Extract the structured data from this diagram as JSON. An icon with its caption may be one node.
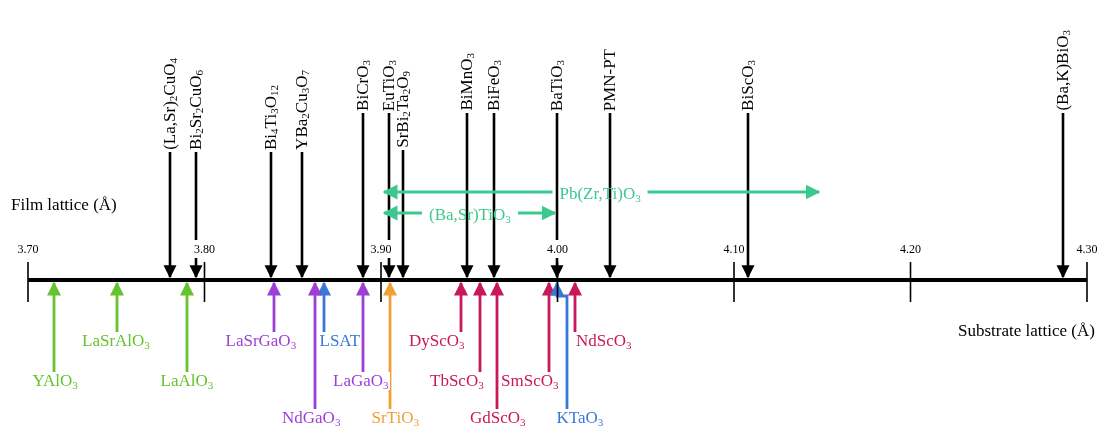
{
  "diagram": {
    "nodes": [
      {
        "text": [
          "(La,Sr)$_{2}$CuO$_{4}$"
        ]
      },
      {
        "text": [
          "Bi$_{2}$Sr$_{2}$CuO$_{6}$"
        ]
      },
      {
        "text": [
          "Bi$_{4}$Ti$_{3}$O$_{12}$"
        ]
      },
      {
        "text": [
          "YBa$_{2}$Cu$_{3}$O$_{7}$"
        ]
      },
      {
        "text": [
          "BiCrO$_{3}$"
        ]
      },
      {
        "text": [
          "EuTiO$_{3}$"
        ]
      },
      {
        "text": [
          "SrBi$_{2}$Ta$_{2}$O$_{9}$"
        ]
      },
      {
        "text": [
          "BiMnO$_{3}$"
        ]
      },
      {
        "text": [
          "BiFeO$_{3}$"
        ]
      },
      {
        "text": [
          "BaTiO$_{3}$"
        ]
      },
      {
        "text": [
          "PMN-PT"
        ]
      },
      {
        "text": [
          "BiScO$_{3}$"
        ]
      },
      {
        "text": [
          "(Ba,K)BiO$_{3}$"
        ]
      },
      {
        "text": [],
        "shape": "bar"
      },
      {
        "text": [
          "LaSrAlO$_{3}$"
        ]
      },
      {
        "text": [
          "LaSrGaO$_{3}$"
        ]
      },
      {
        "text": [
          "LSAT"
        ]
      },
      {
        "text": [
          "DyScO$_{3}$"
        ]
      },
      {
        "text": [
          "NdScO$_{3}$"
        ]
      },
      {
        "text": [
          "YAlO$_{3}$"
        ]
      },
      {
        "text": [
          "LaAlO$_{3}$"
        ]
      },
      {
        "text": [
          "LaGaO$_{3}$"
        ]
      },
      {
        "text": [
          "TbScO$_{3}$"
        ]
      },
      {
        "text": [
          "SmScO$_{3}$"
        ]
      },
      {
        "text": [
          "NdGaO$_{3}$"
        ]
      },
      {
        "text": [
          "SrTiO$_{3}$"
        ]
      },
      {
        "text": [
          "GdScO$_{3}$"
        ]
      },
      {
        "text": [
          "KTaO$_{3}$"
        ]
      }
    ],
    "edges": [
      {
        "from": 0,
        "to": 13,
        "arrow": "to"
      },
      {
        "from": 1,
        "to": 13,
        "arrow": "to"
      },
      {
        "from": 2,
        "to": 13,
        "arrow": "to"
      },
      {
        "from": 3,
        "to": 13,
        "arrow": "to"
      },
      {
        "from": 4,
        "to": 13,
        "arrow": "to"
      },
      {
        "from": 5,
        "to": 13,
        "arrow": "to"
      },
      {
        "from": 6,
        "to": 13,
        "arrow": "to"
      },
      {
        "from": 7,
        "to": 13,
        "arrow": "to"
      },
      {
        "from": 8,
        "to": 13,
        "arrow": "to"
      },
      {
        "from": 9,
        "to": 13,
        "arrow": "to"
      },
      {
        "from": 10,
        "to": 13,
        "arrow": "to"
      },
      {
        "from": 11,
        "to": 13,
        "arrow": "to"
      },
      {
        "from": 12,
        "to": 13,
        "arrow": "to"
      },
      {
        "from": 14,
        "to": 13,
        "arrow": "to",
        "color": "#66c22e"
      },
      {
        "from": 15,
        "to": 13,
        "arrow": "to",
        "color": "#9b3fd6"
      },
      {
        "from": 16,
        "to": 13,
        "arrow": "to",
        "color": "#3a78d8"
      },
      {
        "from": 17,
        "to": 13,
        "arrow": "to",
        "color": "#c8175a"
      },
      {
        "from": 18,
        "to": 13,
        "arrow": "to",
        "color": "#c8175a"
      },
      {
        "from": 19,
        "to": 13,
        "arrow": "to",
        "color": "#66c22e"
      },
      {
        "from": 20,
        "to": 13,
        "arrow": "to",
        "color": "#66c22e"
      },
      {
        "from": 21,
        "to": 13,
        "arrow": "to",
        "color": "#9b3fd6"
      },
      {
        "from": 22,
        "to": 13,
        "arrow": "to",
        "color": "#c8175a"
      },
      {
        "from": 23,
        "to": 13,
        "arrow": "to",
        "color": "#c8175a"
      },
      {
        "from": 24,
        "to": 13,
        "arrow": "to",
        "color": "#9b3fd6"
      },
      {
        "from": 25,
        "to": 13,
        "arrow": "to",
        "color": "#f0a035"
      },
      {
        "from": 26,
        "to": 13,
        "arrow": "to",
        "color": "#c8175a"
      },
      {
        "from": 27,
        "to": 13,
        "arrow": "to",
        "color": "#3a78d8"
      }
    ],
    "labels": [
      "Pb(Zr,Ti)O$_{3}$",
      "Film lattice (Å)",
      "(Ba,Sr)TiO$_{3}$",
      "3.70",
      "3.80",
      "3.90",
      "4.00",
      "4.10",
      "4.20",
      "4.30",
      "Substrate lattice (Å)"
    ]
  }
}
